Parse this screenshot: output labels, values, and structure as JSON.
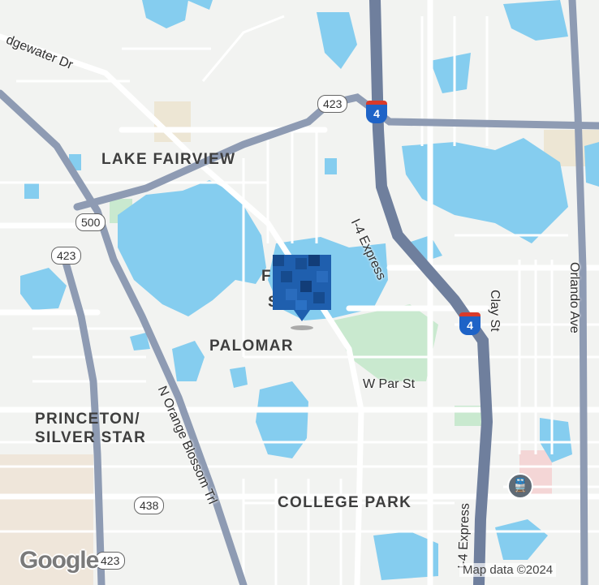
{
  "map": {
    "area_labels": {
      "lake_fairview": "LAKE FAIRVIEW",
      "palomar": "PALOMAR",
      "princeton_line1": "PRINCETON/",
      "princeton_line2": "SILVER STAR",
      "college_park": "COLLEGE PARK",
      "fairview_shores_partial": "F    w",
      "fairview_shores_partial2": "S     s"
    },
    "street_labels": {
      "edgewater": "dgewater Dr",
      "i4_express_upper": "I-4 Express",
      "i4_express_lower": "I-4 Express",
      "n_orange_blossom": "N Orange Blossom Trl",
      "w_par_st": "W Par St",
      "clay_st": "Clay St",
      "orlando_ave": "Orlando Ave"
    },
    "route_shields": {
      "sr423_top": "423",
      "sr500": "500",
      "sr423_left": "423",
      "sr438": "438",
      "sr423_bottom": "423"
    },
    "interstate_label": "4",
    "marker_icon": "map-pin-icon",
    "transit_icon": "train-station-icon",
    "logo": "Google",
    "attribution": "Map data ©2024",
    "colors": {
      "land": "#f2f3f1",
      "water": "#85cdef",
      "park": "#c9e9cf",
      "highway": "#8e9bb3",
      "road": "#ffffff",
      "marker": "#1f5fae"
    }
  }
}
